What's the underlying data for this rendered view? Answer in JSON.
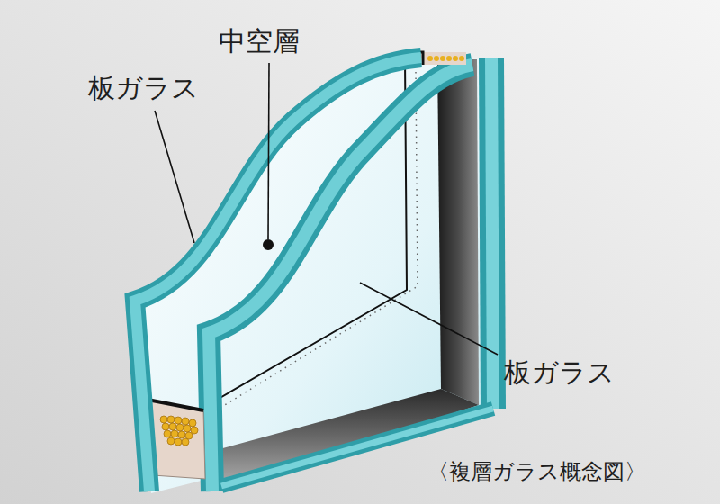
{
  "diagram": {
    "caption": "〈複層ガラス概念図〉",
    "labels": [
      "板ガラス",
      "中空層",
      "板ガラス"
    ]
  }
}
